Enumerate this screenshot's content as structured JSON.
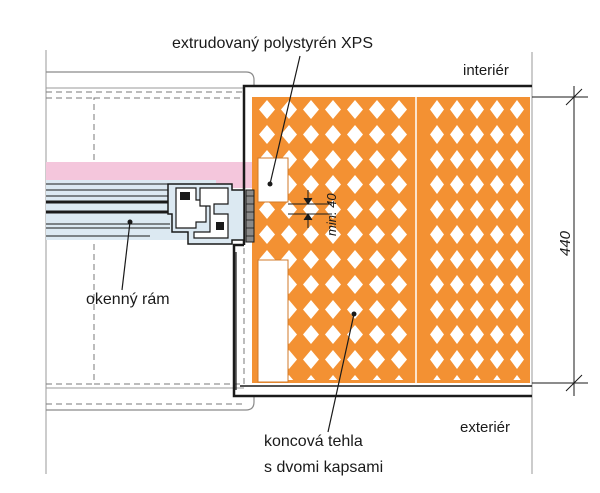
{
  "labels": {
    "xps": "extrudovaný polystyrén XPS",
    "interior": "interiér",
    "exterior": "exteriér",
    "window_frame": "okenný rám",
    "end_brick_line1": "koncová tehla",
    "end_brick_line2": "s dvomi kapsami",
    "min_dimension": "min. 40",
    "wall_thickness": "440"
  },
  "colors": {
    "brick": "#f39133",
    "brick_hole": "#ffffff",
    "xps": "#f4c6dc",
    "frame_fill": "#dce9f2",
    "outline": "#1a1a1a",
    "dashed": "#7a7a7a"
  }
}
